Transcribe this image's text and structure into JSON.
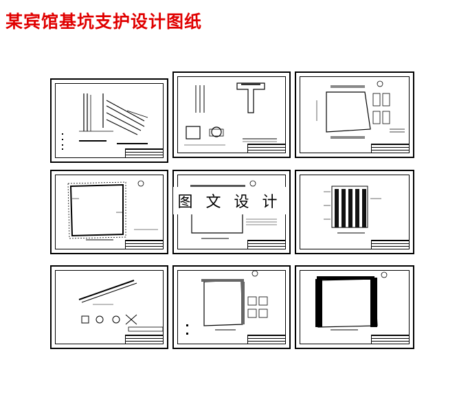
{
  "document": {
    "title": "某宾馆基坑支护设计图纸",
    "title_color": "#e00000",
    "watermark": "图 文 设 计",
    "sheets": [
      {
        "name": "sheet-1",
        "content": "anchor-section"
      },
      {
        "name": "sheet-2",
        "content": "detail-drawings"
      },
      {
        "name": "sheet-3",
        "content": "pit-plan-trapezoid"
      },
      {
        "name": "sheet-4",
        "content": "pit-plan-support"
      },
      {
        "name": "sheet-5",
        "content": "pit-plan-notes"
      },
      {
        "name": "sheet-6",
        "content": "pile-elevation"
      },
      {
        "name": "sheet-7",
        "content": "slope-details"
      },
      {
        "name": "sheet-8",
        "content": "pit-plan-ribs"
      },
      {
        "name": "sheet-9",
        "content": "pit-plan-thick"
      }
    ]
  }
}
